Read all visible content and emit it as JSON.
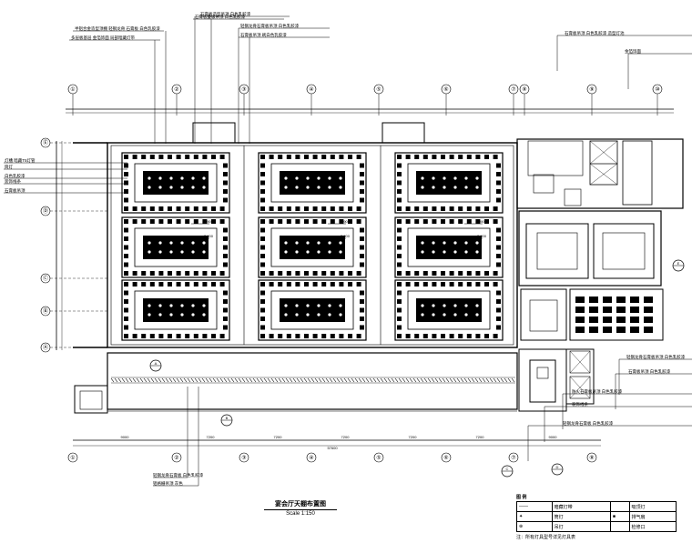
{
  "drawing": {
    "title": "宴会厅天棚布置图",
    "scale": "Scale 1:150"
  },
  "grid_top": [
    "①",
    "②",
    "③",
    "④",
    "⑤",
    "⑥",
    "⑦",
    "⑧",
    "⑨",
    "⑩"
  ],
  "grid_bottom": [
    "①",
    "②",
    "③",
    "④",
    "⑤",
    "⑥",
    "⑦",
    "⑧"
  ],
  "grid_left": [
    "Ⓔ",
    "Ⓓ",
    "Ⓒ",
    "Ⓑ",
    "Ⓐ"
  ],
  "dims_bottom": [
    "9000",
    "7200",
    "7200",
    "7200",
    "7200",
    "7200",
    "9000"
  ],
  "dims_total": "57600",
  "level_marks": [
    "3.900",
    "3.900",
    "3.900",
    "3.900",
    "3.900",
    "3.900"
  ],
  "section_marks": [
    "A",
    "B",
    "C",
    "D",
    "E"
  ],
  "callouts": {
    "top": [
      "半铝合金造型顶棚 轻钢龙骨 石膏板 白色乳胶漆",
      "多层板基层 金箔饰面 局部暗藏灯带",
      "石膏板造型吊顶 白色乳胶漆",
      "轻钢龙骨石膏板吊顶 白色乳胶漆",
      "石膏板吊顶 刷白色乳胶漆",
      "石膏板叠级吊顶 白色乳胶漆"
    ],
    "left": [
      "灯槽 暗藏T5灯管",
      "筒灯",
      "白色乳胶漆",
      "装饰线条",
      "石膏板吊顶"
    ],
    "right": [
      "石膏板吊顶 白色乳胶漆 造型灯池",
      "金箔饰面",
      "轻钢龙骨石膏板吊顶 白色乳胶漆",
      "石膏板吊顶 白色乳胶漆",
      "防火石膏板吊顶 白色乳胶漆",
      "装饰线条",
      "轻钢龙骨石膏板 白色乳胶漆"
    ],
    "bottom": [
      "轻钢龙骨石膏板 白色乳胶漆",
      "铝格栅吊顶 灰色"
    ]
  },
  "legend": {
    "heading": "图 例",
    "rows": [
      {
        "sym": "——",
        "desc": "暗藏灯带",
        "sym2": "",
        "desc2": "吸顶灯"
      },
      {
        "sym": "✦",
        "desc": "筒灯",
        "sym2": "■",
        "desc2": "排气扇"
      },
      {
        "sym": "⊕",
        "desc": "吊灯",
        "sym2": "",
        "desc2": "检修口"
      }
    ],
    "note": "注：所有灯具型号详见灯具表"
  }
}
